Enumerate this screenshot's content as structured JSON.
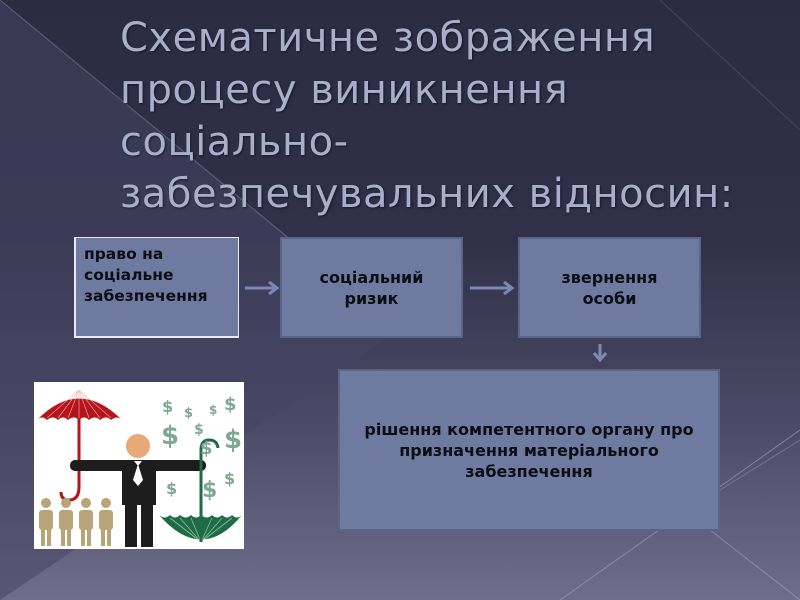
{
  "slide": {
    "title": "Схематичне зображення процесу виникнення соціально-забезпечувальних відносин:",
    "title_lines": [
      "Схематичне зображення",
      "процесу виникнення",
      "соціально-",
      "забезпечувальних відносин:"
    ]
  },
  "diagram": {
    "nodes": [
      {
        "id": "right",
        "label": "право на соціальне забезпечення",
        "lines": [
          "право на",
          "соціальне",
          "забезпечення"
        ]
      },
      {
        "id": "risk",
        "label": "соціальний ризик",
        "lines": [
          "соціальний",
          "ризик"
        ]
      },
      {
        "id": "appeal",
        "label": "звернення особи",
        "lines": [
          "звернення",
          "особи"
        ]
      },
      {
        "id": "decision",
        "label": "рішення компетентного органу про призначення матеріального забезпечення",
        "lines": [
          "рішення компетентного органу про",
          "призначення матеріального",
          "забезпечення"
        ]
      }
    ],
    "edges": [
      {
        "from": "right",
        "to": "risk",
        "direction": "right"
      },
      {
        "from": "risk",
        "to": "appeal",
        "direction": "right"
      },
      {
        "from": "appeal",
        "to": "decision",
        "direction": "down"
      }
    ]
  },
  "illustration": {
    "description": "businessman holding red umbrella over people and green upturned umbrella collecting dollar signs",
    "glyph": "$"
  },
  "colors": {
    "box_fill": "#6f7aa0",
    "box_border": "#5a6489",
    "arrow": "#7d87b5",
    "title_text": "#a9aecb",
    "umbrella_red": "#b5141b",
    "umbrella_green": "#1f6b45",
    "dollar_green": "#7fa893",
    "people_tan": "#b9a47a",
    "head_skin": "#e8a97a"
  }
}
